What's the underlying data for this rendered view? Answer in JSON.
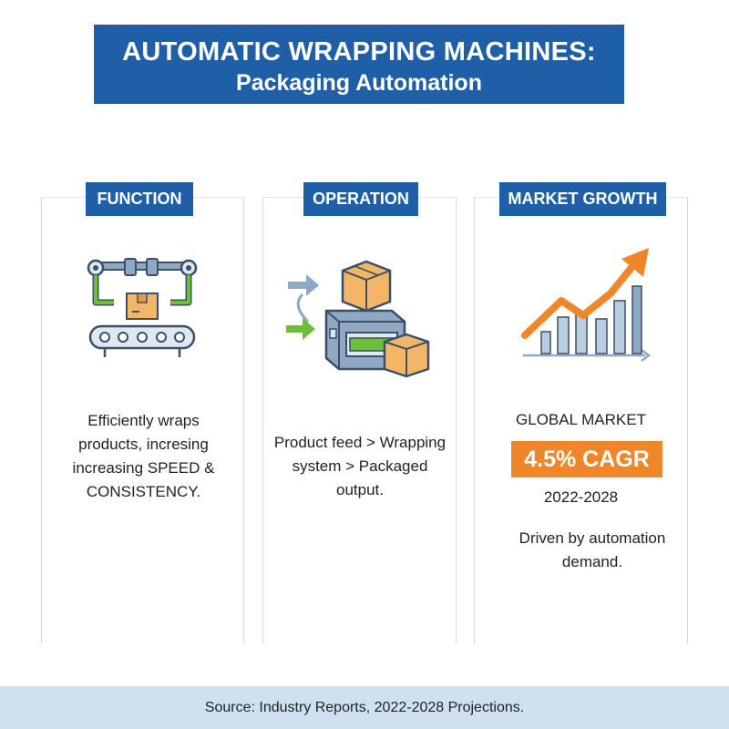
{
  "header": {
    "title_line1": "AUTOMATIC WRAPPING MACHINES:",
    "title_line2": "Packaging Automation"
  },
  "panels": {
    "function": {
      "badge": "FUNCTION",
      "icon": "robotic-arm-conveyor-icon",
      "description": "Efficiently wraps products, incresing increasing SPEED & CONSISTENCY."
    },
    "operation": {
      "badge": "OPERATION",
      "icon": "wrapping-machine-icon",
      "description": "Product feed > Wrapping system > Packaged output."
    },
    "market_growth": {
      "badge": "MARKET GROWTH",
      "icon": "growth-chart-icon",
      "label": "GLOBAL MARKET",
      "cagr": "4.5% CAGR",
      "years": "2022-2028",
      "note": "Driven by automation demand."
    }
  },
  "footer": {
    "source": "Source: Industry Reports, 2022-2028 Projections."
  },
  "colors": {
    "primary_blue": "#1f5fa8",
    "accent_orange": "#f0862a",
    "footer_bg": "#cfe1f0",
    "green": "#6cbf3d",
    "box_tan": "#f3b566"
  }
}
